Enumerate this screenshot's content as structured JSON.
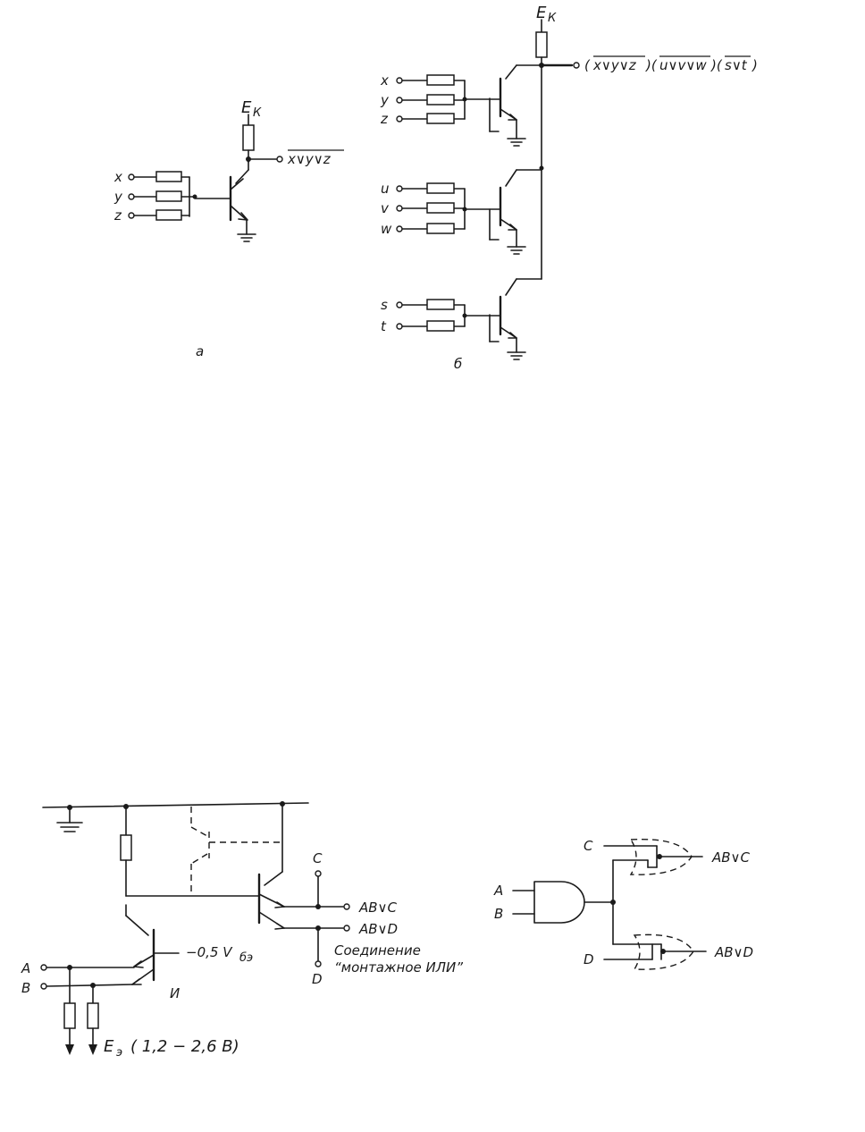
{
  "fig_a": {
    "supply": "E",
    "supply_sub": "К",
    "inputs": [
      "x",
      "y",
      "z"
    ],
    "output": "x∨y∨z",
    "caption": "а"
  },
  "fig_b": {
    "supply": "E",
    "supply_sub": "К",
    "group1": [
      "x",
      "y",
      "z"
    ],
    "group2": [
      "u",
      "v",
      "w"
    ],
    "group3": [
      "s",
      "t"
    ],
    "out_open": "(",
    "out_t1": "x∨y∨z",
    "out_mid1": ")(",
    "out_t2": "u∨v∨w",
    "out_mid2": ")(",
    "out_t3": "s∨t",
    "out_close": ")",
    "caption": "б"
  },
  "fig_c": {
    "term_c": "C",
    "term_d": "D",
    "out1": "AB∨C",
    "out2": "AB∨D",
    "vbe": "−0,5 V",
    "vbe_sub": "бэ",
    "in_a": "A",
    "in_b": "B",
    "and_label": "И",
    "note1": "Соединение",
    "note2": "“монтажное ИЛИ”",
    "ee": "E",
    "ee_sub": "э",
    "ee_range": "( 1,2 − 2,6 В)"
  },
  "fig_d": {
    "in_a": "A",
    "in_b": "B",
    "in_c": "C",
    "in_d": "D",
    "out1": "AB∨C",
    "out2": "AB∨D"
  }
}
